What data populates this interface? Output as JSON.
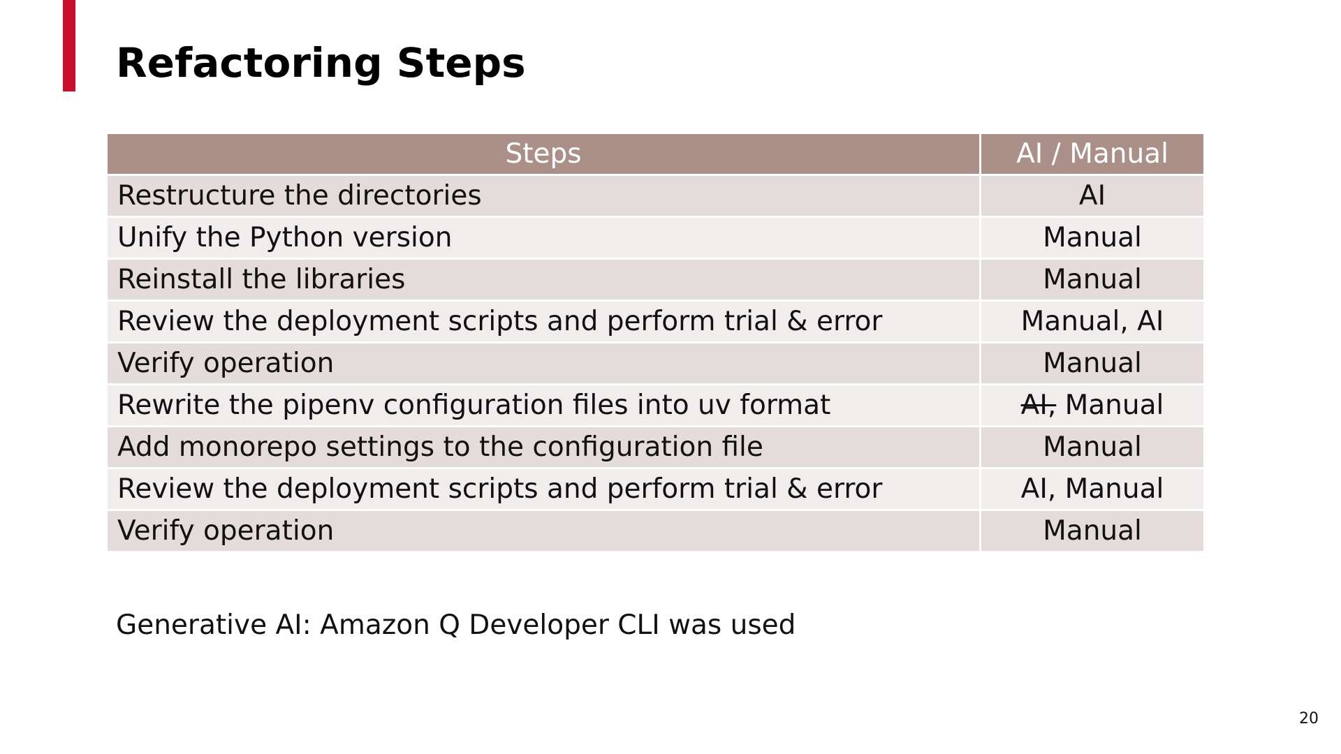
{
  "slide": {
    "title": "Refactoring Steps",
    "accent_color": "#c8102e",
    "page_number": "20"
  },
  "table": {
    "header_color": "#ab8f89",
    "row_color_odd": "#e4dcdb",
    "row_color_even": "#f1edec",
    "headers": {
      "step": "Steps",
      "mode": "AI / Manual"
    },
    "rows": [
      {
        "step": "Restructure the directories",
        "mode": "AI"
      },
      {
        "step": "Unify the Python version",
        "mode": "Manual"
      },
      {
        "step": "Reinstall the libraries",
        "mode": "Manual"
      },
      {
        "step": "Review the deployment scripts and perform trial & error",
        "mode": "Manual, AI"
      },
      {
        "step": "Verify operation",
        "mode": "Manual"
      },
      {
        "step": "Rewrite the pipenv configuration files into uv format",
        "mode_struck": "AI,",
        "mode_rest": " Manual"
      },
      {
        "step": "Add monorepo settings to the configuration file",
        "mode": "Manual"
      },
      {
        "step": "Review the deployment scripts and perform trial & error",
        "mode": "AI, Manual"
      },
      {
        "step": "Verify operation",
        "mode": "Manual"
      }
    ]
  },
  "footnote": "Generative AI: Amazon Q Developer CLI was used"
}
